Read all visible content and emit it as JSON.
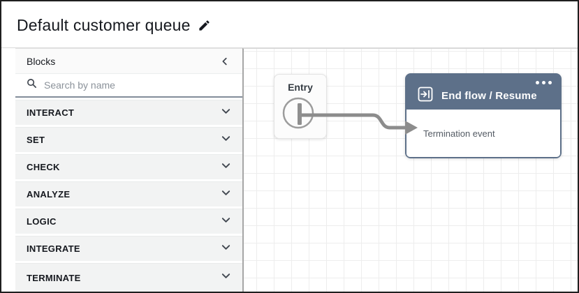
{
  "header": {
    "title": "Default customer queue",
    "edit_icon": "pencil-icon"
  },
  "sidebar": {
    "title": "Blocks",
    "collapse_icon": "chevron-left-icon",
    "search": {
      "placeholder": "Search by name",
      "value": "",
      "icon": "search-icon"
    },
    "section_icon": "chevron-down-icon",
    "sections": [
      {
        "label": "INTERACT"
      },
      {
        "label": "SET"
      },
      {
        "label": "CHECK"
      },
      {
        "label": "ANALYZE"
      },
      {
        "label": "LOGIC"
      },
      {
        "label": "INTEGRATE"
      },
      {
        "label": "TERMINATE"
      }
    ]
  },
  "canvas": {
    "entry_block": {
      "label": "Entry",
      "icon": "entry-port-circle"
    },
    "end_block": {
      "title": "End flow / Resume",
      "icon": "end-flow-icon",
      "menu_icon": "ellipsis-menu-icon",
      "port_label": "Termination event"
    },
    "connector": {
      "from": "Entry",
      "to": "Termination event",
      "style": "arrow"
    }
  },
  "colors": {
    "end_block_header": "#5d7089",
    "connector_gray": "#8c8c8c",
    "title_text": "#16191f",
    "section_row_bg": "#f2f3f3"
  }
}
